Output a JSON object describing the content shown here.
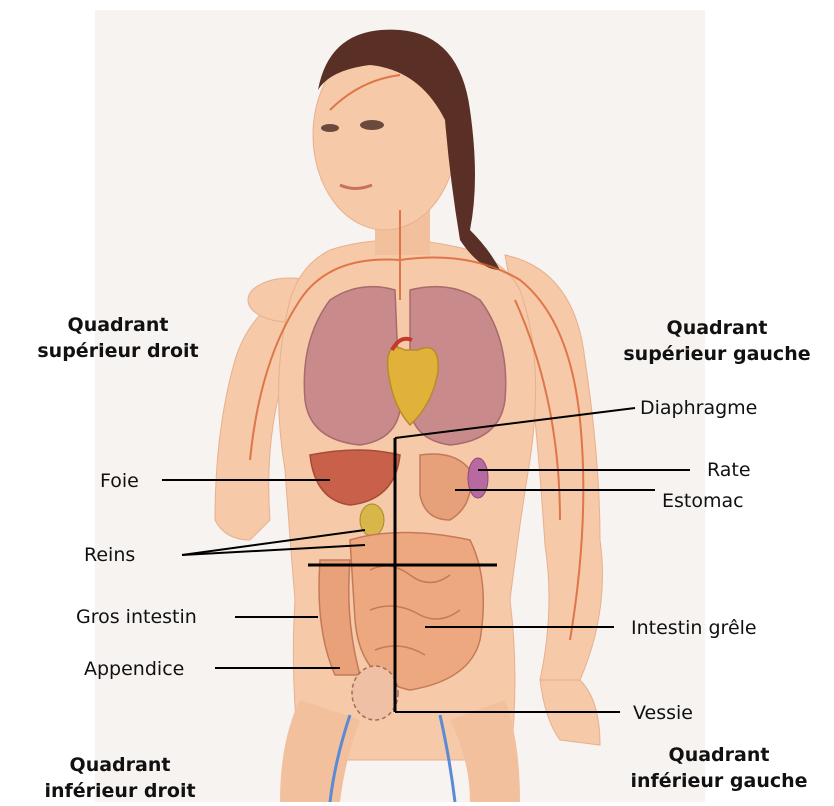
{
  "quadrants": {
    "upper_right": {
      "line1": "Quadrant",
      "line2": "supérieur droit"
    },
    "upper_left": {
      "line1": "Quadrant",
      "line2": "supérieur gauche"
    },
    "lower_right": {
      "line1": "Quadrant",
      "line2": "inférieur droit"
    },
    "lower_left": {
      "line1": "Quadrant",
      "line2": "inférieur gauche"
    }
  },
  "labels": {
    "diaphragme": "Diaphragme",
    "rate": "Rate",
    "estomac": "Estomac",
    "foie": "Foie",
    "reins": "Reins",
    "gros_intestin": "Gros intestin",
    "intestin_grele": "Intestin grêle",
    "appendice": "Appendice",
    "vessie": "Vessie"
  },
  "colors": {
    "skin": "#f6c9a8",
    "skin_shade": "#eaa882",
    "vessels": "#d9622f",
    "lungs": "#c98a8c",
    "heart": "#e0b23a",
    "liver": "#c9614a",
    "intestine": "#e9a17a",
    "hair": "#5a2f26",
    "veins": "#5b8bd6",
    "leader_line": "#000000"
  }
}
